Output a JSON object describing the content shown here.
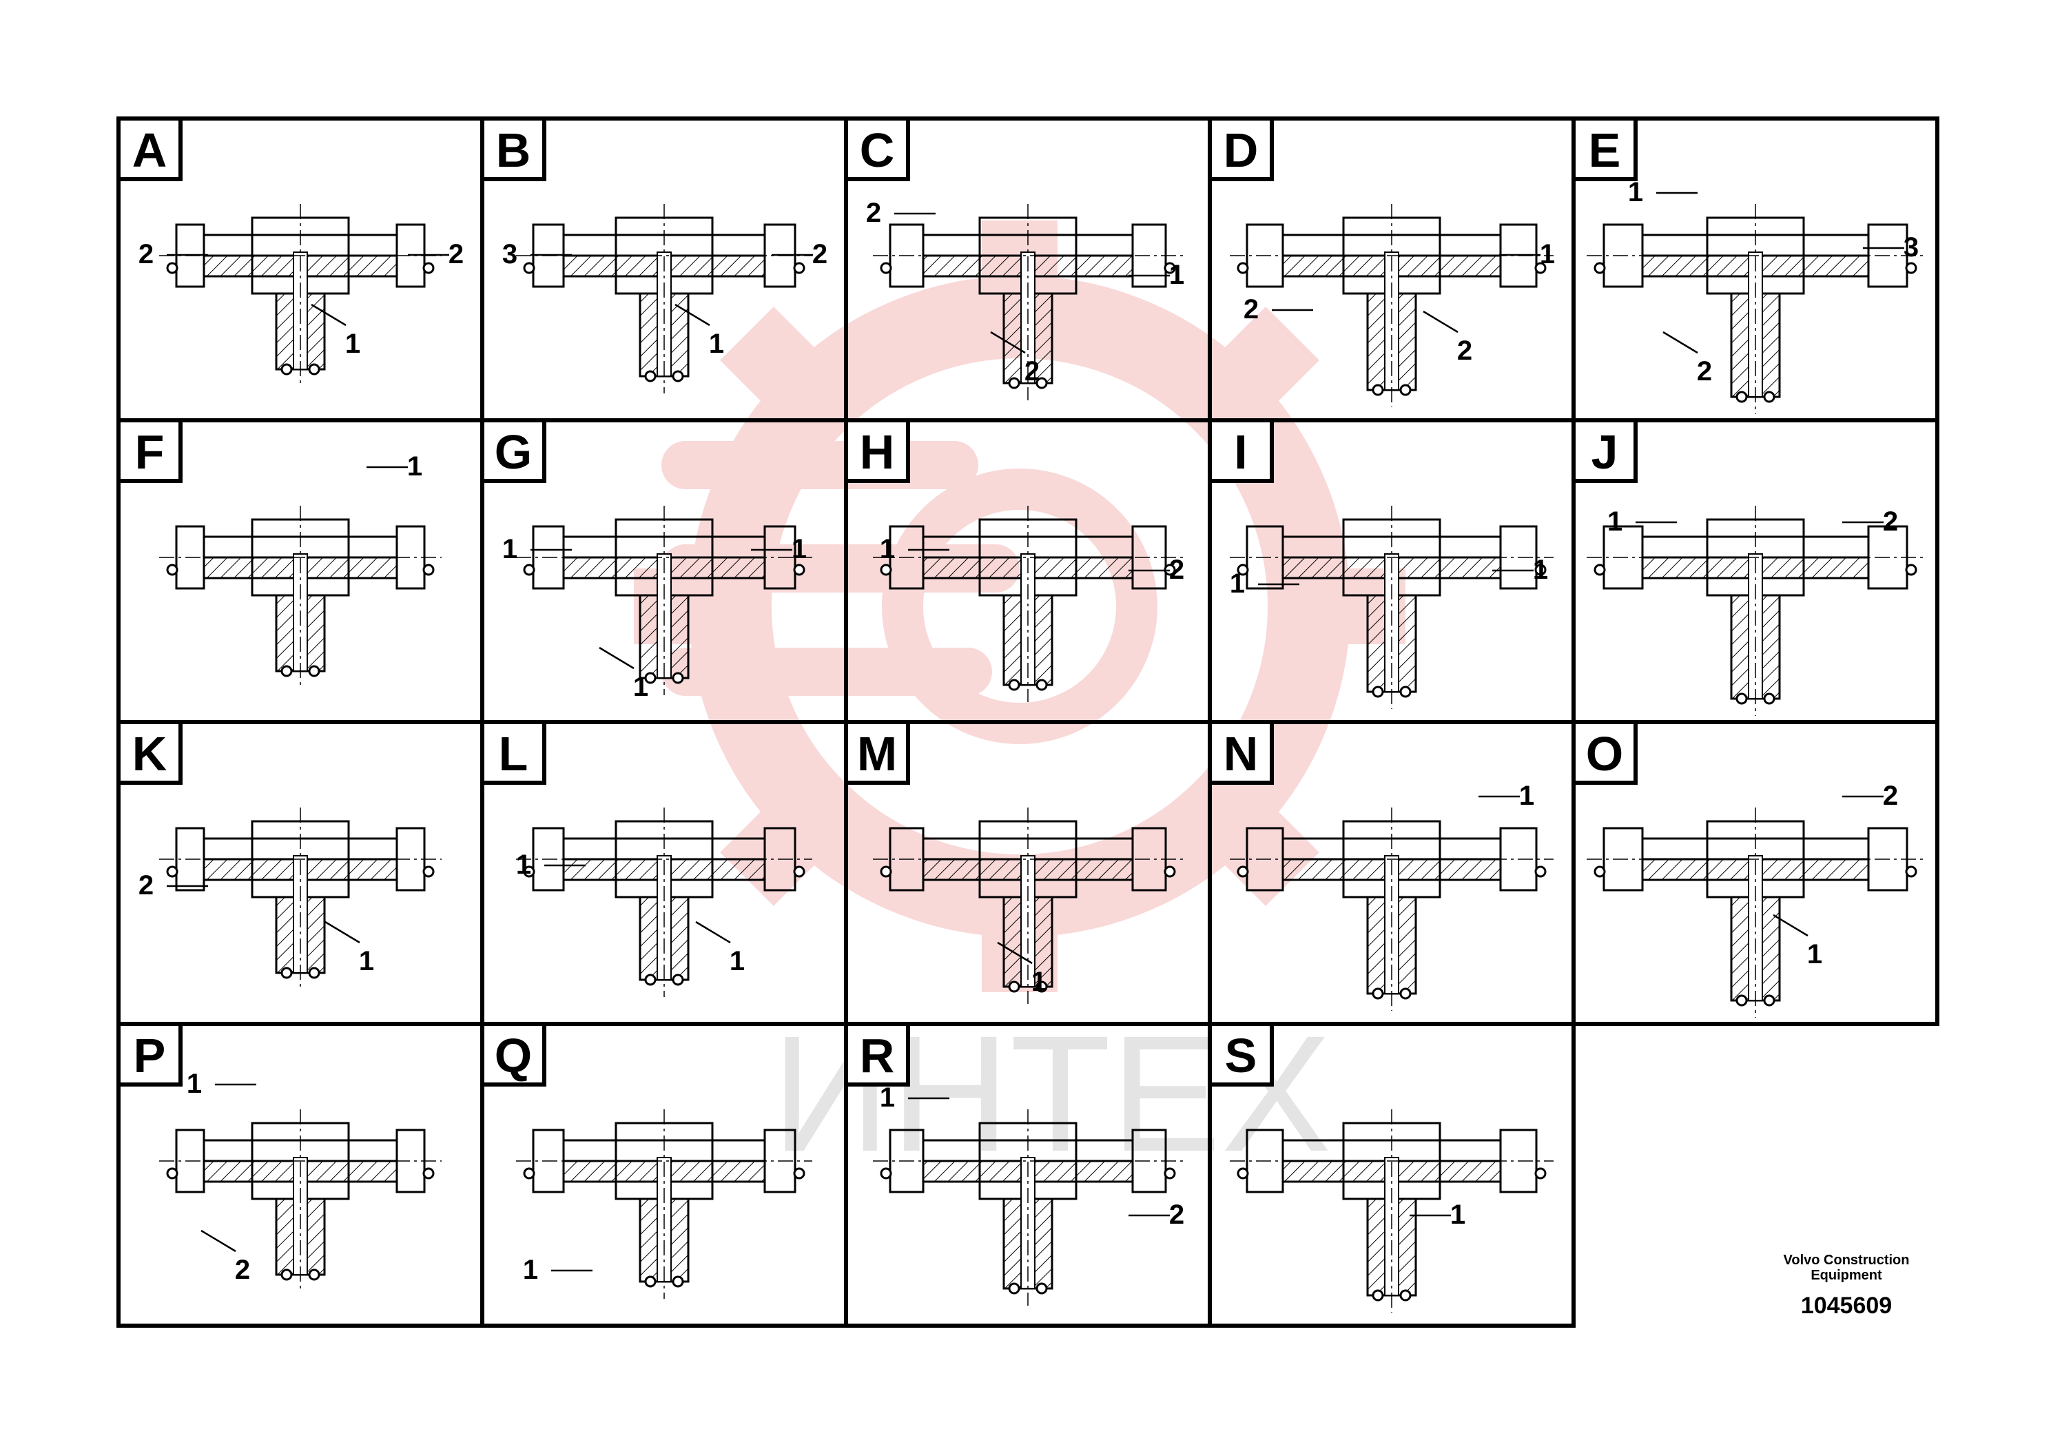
{
  "colors": {
    "line": "#000000",
    "watermark": "#f4b9b9",
    "watermark_text": "#d9d9d9",
    "background": "#ffffff"
  },
  "watermark": {
    "text": "ИНТЕХ"
  },
  "cells": [
    {
      "letter": "A",
      "callouts": [
        "2",
        "2",
        "1"
      ]
    },
    {
      "letter": "B",
      "callouts": [
        "3",
        "2",
        "1"
      ]
    },
    {
      "letter": "C",
      "callouts": [
        "2",
        "1",
        "2"
      ]
    },
    {
      "letter": "D",
      "callouts": [
        "2",
        "1",
        "2"
      ]
    },
    {
      "letter": "E",
      "callouts": [
        "1",
        "3",
        "2"
      ]
    },
    {
      "letter": "F",
      "callouts": [
        "1"
      ]
    },
    {
      "letter": "G",
      "callouts": [
        "1",
        "1",
        "1"
      ]
    },
    {
      "letter": "H",
      "callouts": [
        "1",
        "2"
      ]
    },
    {
      "letter": "I",
      "callouts": [
        "1",
        "1"
      ]
    },
    {
      "letter": "J",
      "callouts": [
        "1",
        "2"
      ]
    },
    {
      "letter": "K",
      "callouts": [
        "2",
        "1"
      ]
    },
    {
      "letter": "L",
      "callouts": [
        "1",
        "1"
      ]
    },
    {
      "letter": "M",
      "callouts": [
        "1"
      ]
    },
    {
      "letter": "N",
      "callouts": [
        "1"
      ]
    },
    {
      "letter": "O",
      "callouts": [
        "2",
        "1"
      ]
    },
    {
      "letter": "P",
      "callouts": [
        "1",
        "2"
      ]
    },
    {
      "letter": "Q",
      "callouts": [
        "1"
      ]
    },
    {
      "letter": "R",
      "callouts": [
        "1",
        "2"
      ]
    },
    {
      "letter": "S",
      "callouts": [
        "1"
      ]
    }
  ],
  "footer": {
    "company_line1": "Volvo Construction",
    "company_line2": "Equipment",
    "part_number": "1045609"
  }
}
